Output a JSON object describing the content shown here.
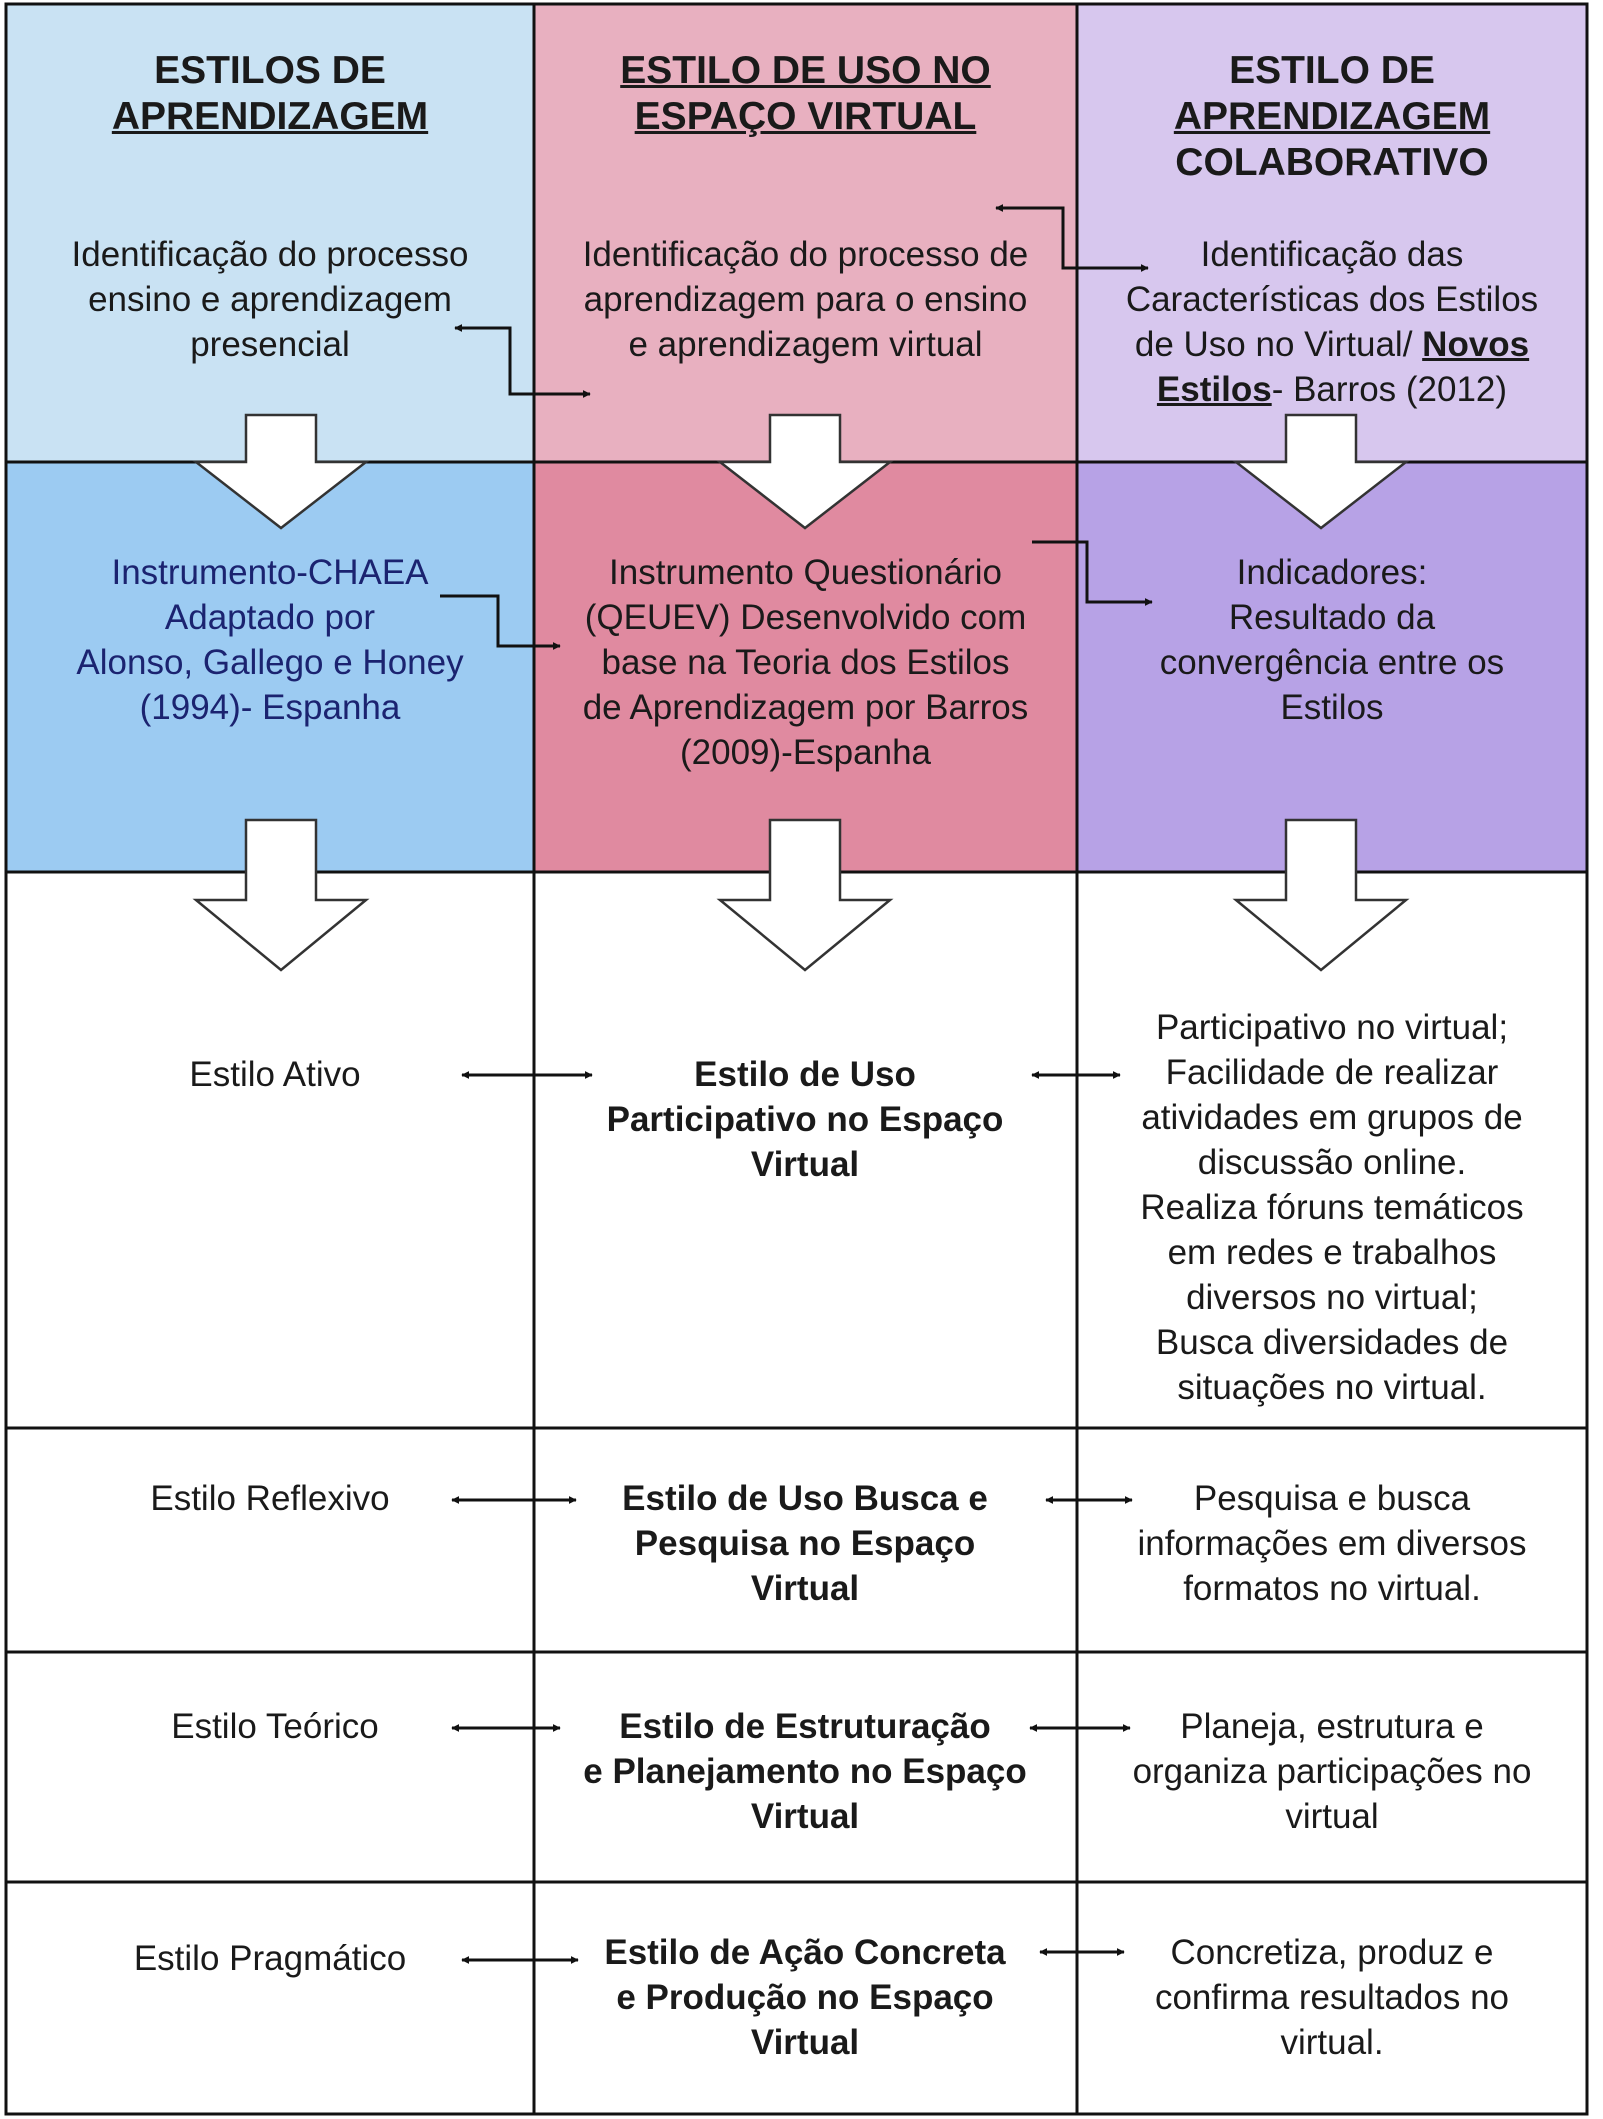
{
  "header": {
    "col1": {
      "title_line1": "ESTILOS DE",
      "title_line2": "APRENDIZAGEM"
    },
    "col2": {
      "title_line1": "ESTILO DE USO NO",
      "title_line2": "ESPAÇO VIRTUAL"
    },
    "col3": {
      "title_line1": "ESTILO DE",
      "title_line2": "APRENDIZAGEM",
      "title_line3": "COLABORATIVO"
    }
  },
  "row1": {
    "col1": {
      "line1": "Identificação do processo",
      "line2": "ensino e aprendizagem",
      "line3": "presencial"
    },
    "col2": {
      "line1": "Identificação do processo de",
      "line2": "aprendizagem para o ensino",
      "line3": "e aprendizagem virtual"
    },
    "col3": {
      "line1": "Identificação das",
      "line2": "Características dos Estilos",
      "line3": "de Uso no Virtual/",
      "novos": "Novos",
      "estilos": "Estilos",
      "line4_rest": "- Barros (2012)"
    }
  },
  "row2": {
    "col1": {
      "line1": "Instrumento-CHAEA",
      "line2": "Adaptado por",
      "line3": "Alonso, Gallego e Honey",
      "line4": "(1994)- Espanha"
    },
    "col2": {
      "line1": "Instrumento Questionário",
      "line2": "(QEUEV) Desenvolvido com",
      "line3": "base na Teoria dos Estilos",
      "line4": "de Aprendizagem por Barros",
      "line5": "(2009)-Espanha"
    },
    "col3": {
      "line1": "Indicadores:",
      "line2": "Resultado da",
      "line3": "convergência entre os",
      "line4": "Estilos"
    }
  },
  "styles": [
    {
      "learning": "Estilo Ativo",
      "usage": [
        "Estilo de Uso",
        "Participativo no Espaço",
        "Virtual"
      ],
      "collab": [
        "Participativo no virtual;",
        "Facilidade de realizar",
        "atividades em grupos de",
        "discussão online.",
        "Realiza fóruns temáticos",
        "em redes e trabalhos",
        "diversos no virtual;",
        "Busca diversidades de",
        "situações no virtual."
      ]
    },
    {
      "learning": "Estilo Reflexivo",
      "usage": [
        "Estilo de Uso Busca e",
        "Pesquisa no Espaço",
        "Virtual"
      ],
      "collab": [
        "Pesquisa e busca",
        "informações em diversos",
        "formatos no virtual."
      ]
    },
    {
      "learning": "Estilo Teórico",
      "usage": [
        "Estilo de Estruturação",
        "e Planejamento no Espaço",
        "Virtual"
      ],
      "collab": [
        "Planeja, estrutura e",
        "organiza participações no",
        "virtual"
      ]
    },
    {
      "learning": "Estilo Pragmático",
      "usage": [
        "Estilo de Ação Concreta",
        "e Produção no Espaço",
        "Virtual"
      ],
      "collab": [
        "Concretiza, produz e",
        "confirma resultados no",
        "virtual."
      ]
    }
  ],
  "colors": {
    "col1_top": "#c9e2f3",
    "col1_mid": "#9ccbf2",
    "col2_top": "#e8b0c0",
    "col2_mid": "#e08aa0",
    "col3_top": "#d7c7ee",
    "col3_mid": "#b7a2e6"
  }
}
